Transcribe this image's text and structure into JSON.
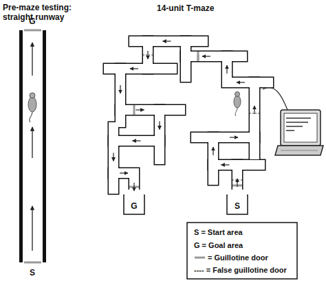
{
  "diagram": {
    "labels": [
      "Pre-maze testing: straight runway",
      "14-unit T-maze",
      "G",
      "S",
      "G",
      "S"
    ],
    "legend": [
      {
        "text": "S = Start area"
      },
      {
        "text": "G = Goal area"
      },
      {
        "text": "= Guillotine door"
      },
      {
        "text": "---- = False guillotine door"
      }
    ]
  }
}
